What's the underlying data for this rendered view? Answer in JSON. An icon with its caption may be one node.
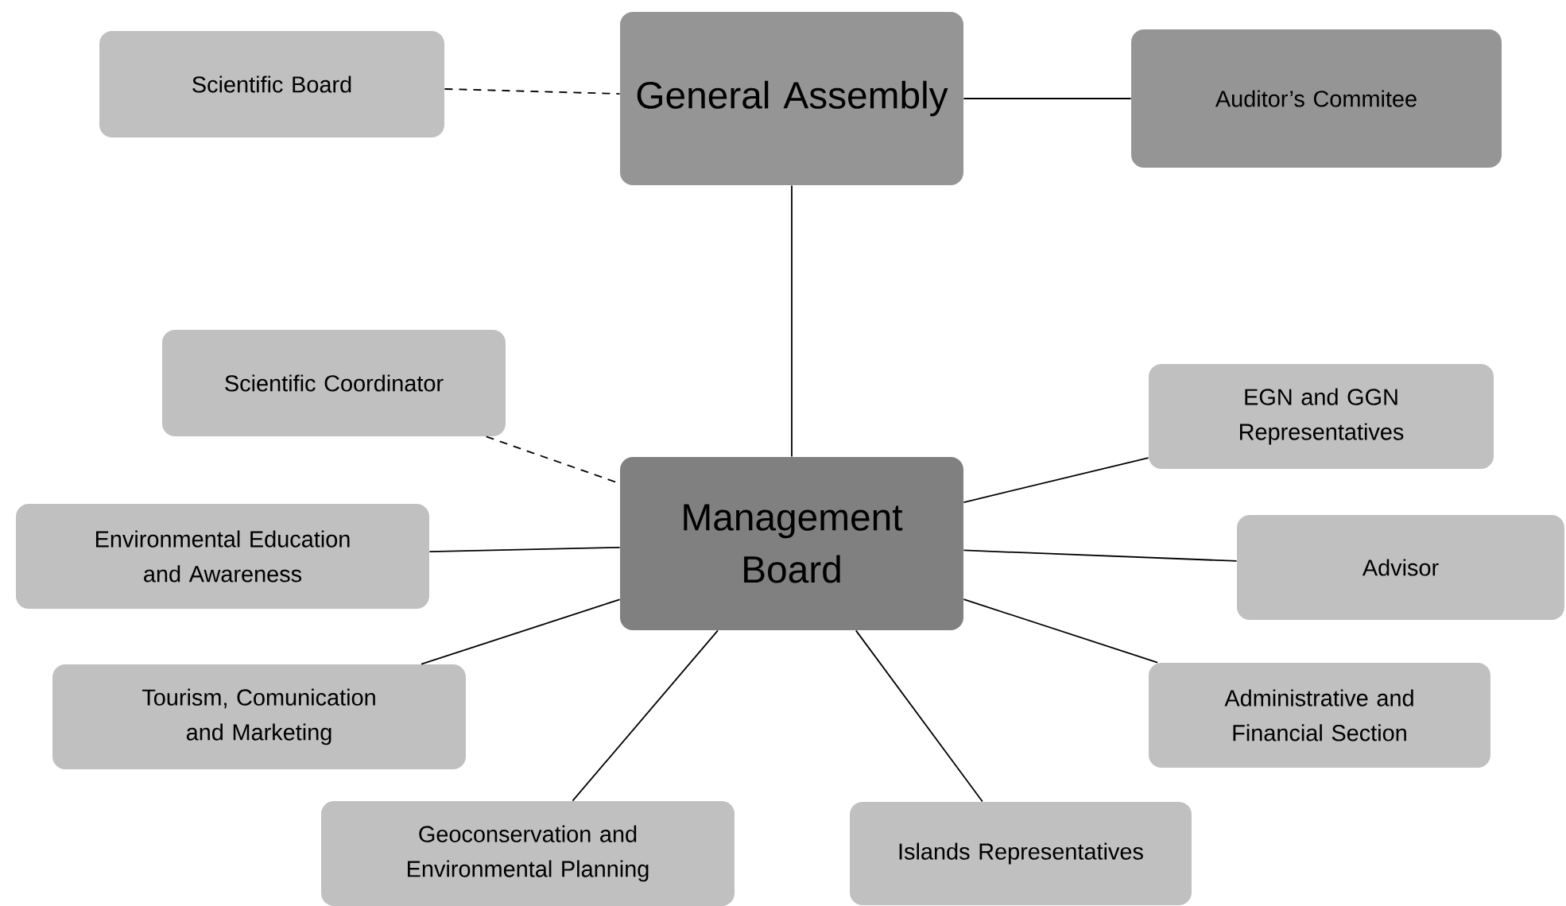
{
  "diagram": {
    "nodes": [
      {
        "text": [
          "Scientific Board"
        ]
      },
      {
        "text": [
          "General Assembly"
        ]
      },
      {
        "text": [
          "Auditor’s Commitee"
        ]
      },
      {
        "text": [
          "Scientific Coordinator"
        ]
      },
      {
        "text": [
          "EGN and GGN Representatives"
        ]
      },
      {
        "text": [
          "Environmental Education and Awareness"
        ]
      },
      {
        "text": [
          "Management Board"
        ]
      },
      {
        "text": [
          "Advisor"
        ]
      },
      {
        "text": [
          "Tourism, Comunication and Marketing"
        ]
      },
      {
        "text": [
          "Administrative and Financial Section"
        ]
      },
      {
        "text": [
          "Geoconservation and Environmental Planning"
        ]
      },
      {
        "text": [
          "Islands Representatives"
        ]
      }
    ],
    "edges": [
      {
        "from": 0,
        "to": 1,
        "arrow": "none",
        "style": "dashed"
      },
      {
        "from": 1,
        "to": 2,
        "arrow": "none"
      },
      {
        "from": 1,
        "to": 6,
        "arrow": "none"
      },
      {
        "from": 3,
        "to": 6,
        "arrow": "none",
        "style": "dashed"
      },
      {
        "from": 6,
        "to": 4,
        "arrow": "none"
      },
      {
        "from": 5,
        "to": 6,
        "arrow": "none"
      },
      {
        "from": 6,
        "to": 7,
        "arrow": "none"
      },
      {
        "from": 6,
        "to": 8,
        "arrow": "none"
      },
      {
        "from": 6,
        "to": 9,
        "arrow": "none"
      },
      {
        "from": 6,
        "to": 10,
        "arrow": "none"
      },
      {
        "from": 6,
        "to": 11,
        "arrow": "none"
      }
    ]
  }
}
